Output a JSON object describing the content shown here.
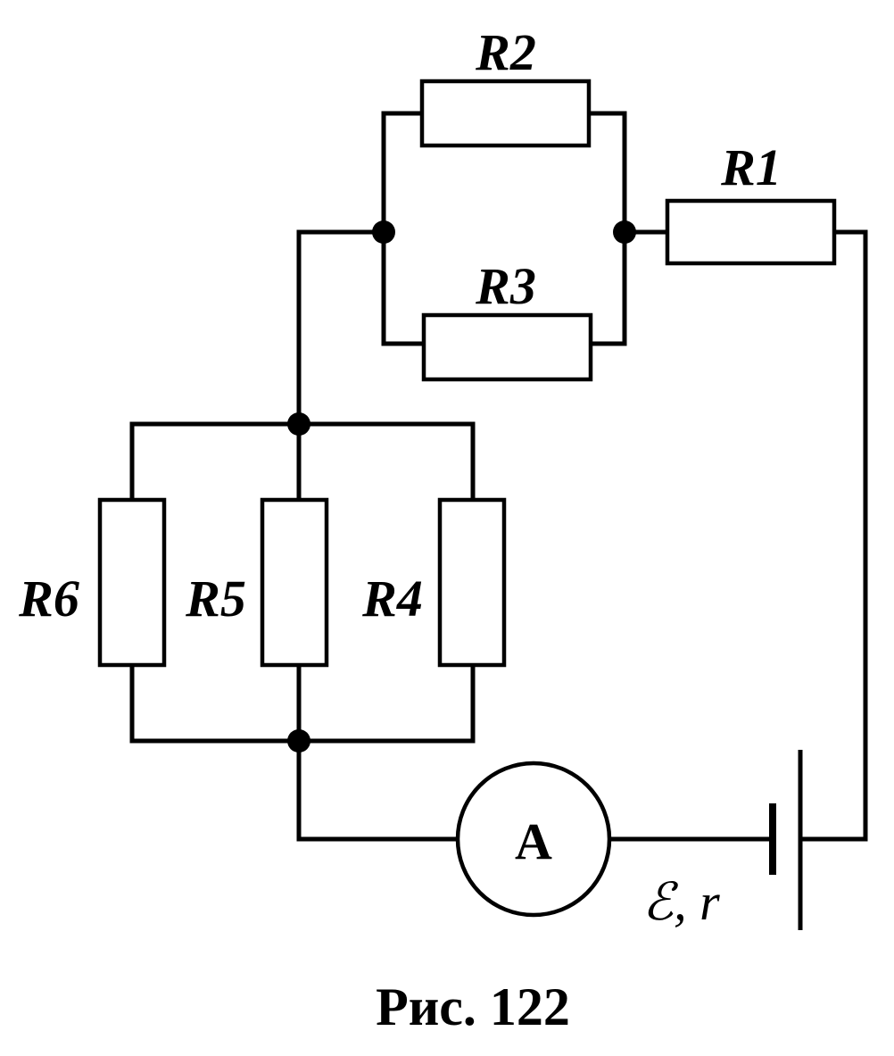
{
  "resistors": {
    "r1": "R1",
    "r2": "R2",
    "r3": "R3",
    "r4": "R4",
    "r5": "R5",
    "r6": "R6"
  },
  "ammeter": {
    "symbol": "A"
  },
  "source": {
    "label": "ℰ, r"
  },
  "caption": "Рис. 122"
}
